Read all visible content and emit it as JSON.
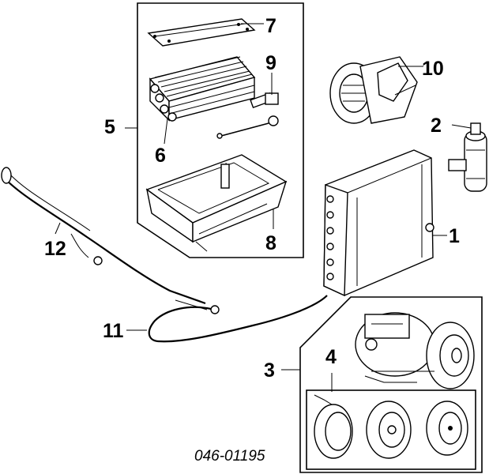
{
  "callouts": {
    "c1": "1",
    "c2": "2",
    "c3": "3",
    "c4": "4",
    "c5": "5",
    "c6": "6",
    "c7": "7",
    "c8": "8",
    "c9": "9",
    "c10": "10",
    "c11": "11",
    "c12": "12"
  },
  "diagram_code": "046-01195"
}
